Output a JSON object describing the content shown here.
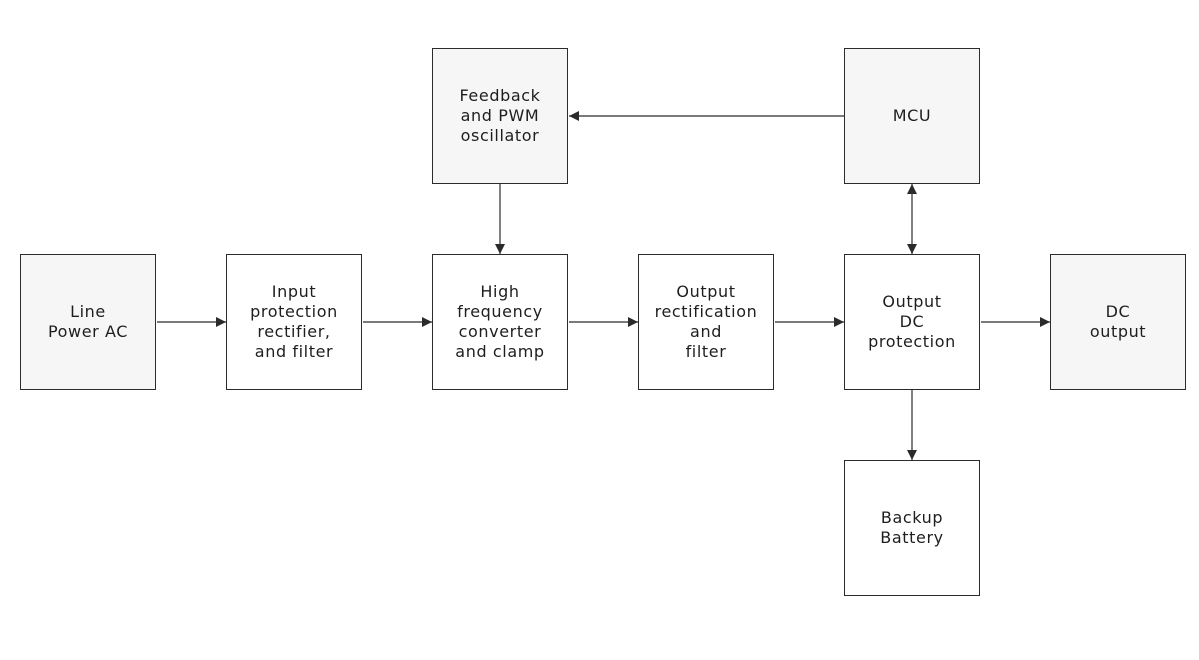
{
  "diagram": {
    "blocks": {
      "line_power": {
        "lines": [
          "Line",
          "Power AC"
        ]
      },
      "input_protection": {
        "lines": [
          "Input",
          "protection",
          "rectifier,",
          "and filter"
        ]
      },
      "high_frequency": {
        "lines": [
          "High",
          "frequency",
          "converter",
          "and clamp"
        ]
      },
      "output_rectification": {
        "lines": [
          "Output",
          "rectification",
          "and",
          "filter"
        ]
      },
      "output_dc_protection": {
        "lines": [
          "Output",
          "DC",
          "protection"
        ]
      },
      "dc_output": {
        "lines": [
          "DC",
          "output"
        ]
      },
      "feedback_pwm": {
        "lines": [
          "Feedback",
          "and PWM",
          "oscillator"
        ]
      },
      "mcu": {
        "lines": [
          "MCU"
        ]
      },
      "backup_battery": {
        "lines": [
          "Backup",
          "Battery"
        ]
      }
    },
    "connections": [
      {
        "from": "line_power",
        "to": "input_protection",
        "direction": "forward"
      },
      {
        "from": "input_protection",
        "to": "high_frequency",
        "direction": "forward"
      },
      {
        "from": "high_frequency",
        "to": "output_rectification",
        "direction": "forward"
      },
      {
        "from": "output_rectification",
        "to": "output_dc_protection",
        "direction": "forward"
      },
      {
        "from": "output_dc_protection",
        "to": "dc_output",
        "direction": "forward"
      },
      {
        "from": "mcu",
        "to": "feedback_pwm",
        "direction": "forward"
      },
      {
        "from": "feedback_pwm",
        "to": "high_frequency",
        "direction": "forward"
      },
      {
        "from": "mcu",
        "to": "output_dc_protection",
        "direction": "bidirectional"
      },
      {
        "from": "output_dc_protection",
        "to": "backup_battery",
        "direction": "forward"
      }
    ],
    "colors": {
      "stroke": "#2b2b2b",
      "text": "#1e1e1e",
      "shaded_fill": "#f6f6f6",
      "plain_fill": "#ffffff"
    }
  }
}
